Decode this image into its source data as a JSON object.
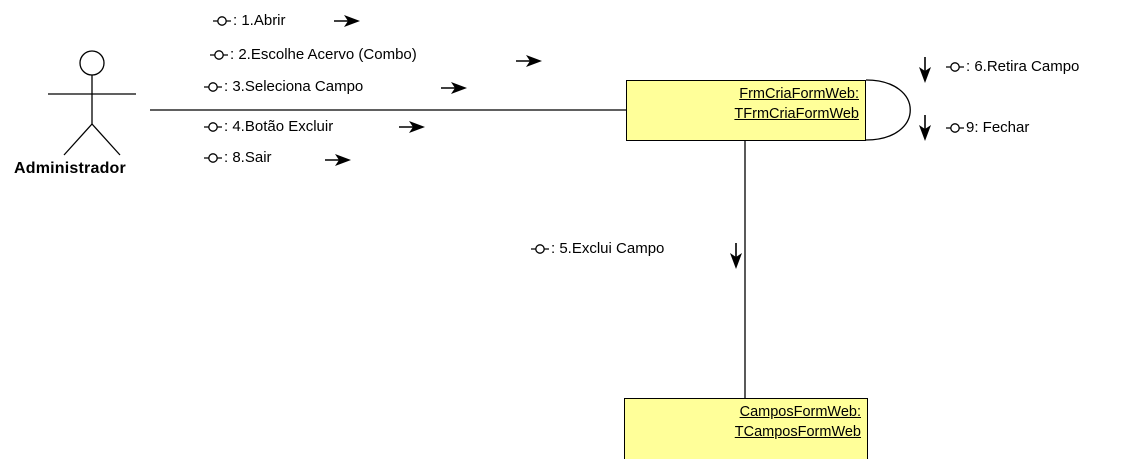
{
  "actor": {
    "name": "Administrador"
  },
  "objects": {
    "form": {
      "name": "FrmCriaFormWeb:",
      "class": "TFrmCriaFormWeb"
    },
    "campos": {
      "name": "CamposFormWeb:",
      "class": "TCamposFormWeb"
    }
  },
  "messages": {
    "m1": ": 1.Abrir",
    "m2": ": 2.Escolhe Acervo (Combo)",
    "m3": ": 3.Seleciona Campo",
    "m4": ": 4.Botão Excluir",
    "m8": ": 8.Sair",
    "m6": ": 6.Retira Campo",
    "m9": "9: Fechar",
    "m5": ": 5.Exclui  Campo"
  },
  "colors": {
    "object_fill": "#ffff99",
    "stroke": "#000000"
  },
  "icons": {
    "message": "message-icon",
    "class": "class-icon",
    "arrow": "arrow-icon"
  }
}
